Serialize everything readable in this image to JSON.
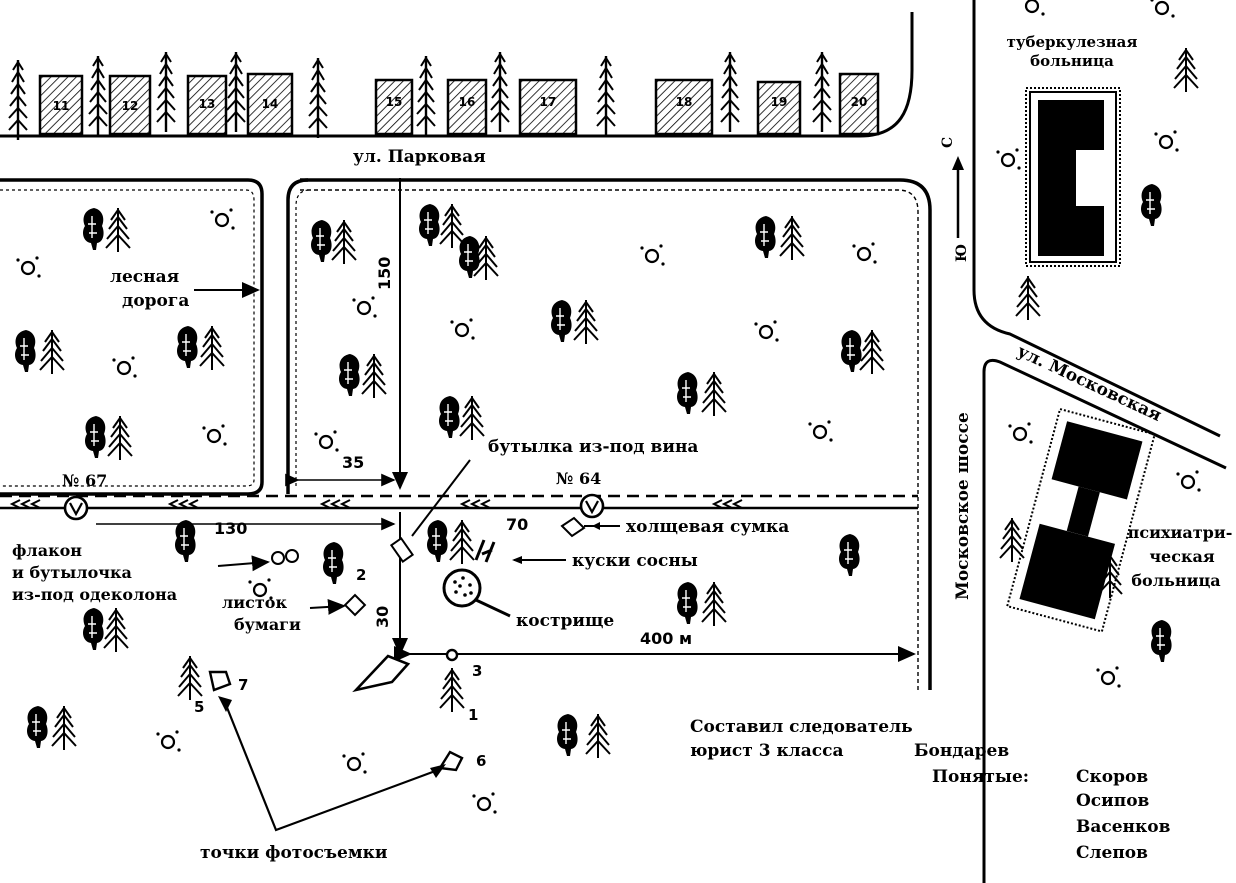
{
  "streets": {
    "parkovaya": "ул. Парковая",
    "moskovskaya": "ул. Московская",
    "moskovskoe_shosse": "Московское шоссе"
  },
  "houses": [
    "11",
    "12",
    "13",
    "14",
    "15",
    "16",
    "17",
    "18",
    "19",
    "20"
  ],
  "institutions": {
    "tb_hospital": [
      "туберкулезная",
      "больница"
    ],
    "psych_hospital": [
      "психиатри-",
      "ческая",
      "больница"
    ]
  },
  "compass": {
    "north": "С",
    "south": "Ю"
  },
  "labels": {
    "forest_road": [
      "лесная",
      "дорога"
    ],
    "bottle_wine": "бутылка из-под вина",
    "bag": "холщевая сумка",
    "pine_pieces": "куски сосны",
    "campfire": "кострище",
    "flacon": [
      "флакон",
      "и бутылочка",
      "из-под одеколона"
    ],
    "paper": [
      "листок",
      "бумаги"
    ],
    "photo_points": "точки фотосъемки"
  },
  "poles": {
    "left": "№ 67",
    "right": "№ 64"
  },
  "measurements": {
    "d150": "150",
    "d35": "35",
    "d130": "130",
    "d70": "70",
    "d30": "30",
    "d400": "400 м"
  },
  "markers": {
    "m1": "1",
    "m2": "2",
    "m3": "3",
    "m5": "5",
    "m6": "6",
    "m7": "7"
  },
  "signature": {
    "line1": "Составил следователь",
    "line2_role": "юрист 3 класса",
    "line2_name": "Бондарев",
    "witnesses_label": "Понятые:",
    "witnesses": [
      "Скоров",
      "Осипов",
      "Васенков",
      "Слепов"
    ]
  }
}
